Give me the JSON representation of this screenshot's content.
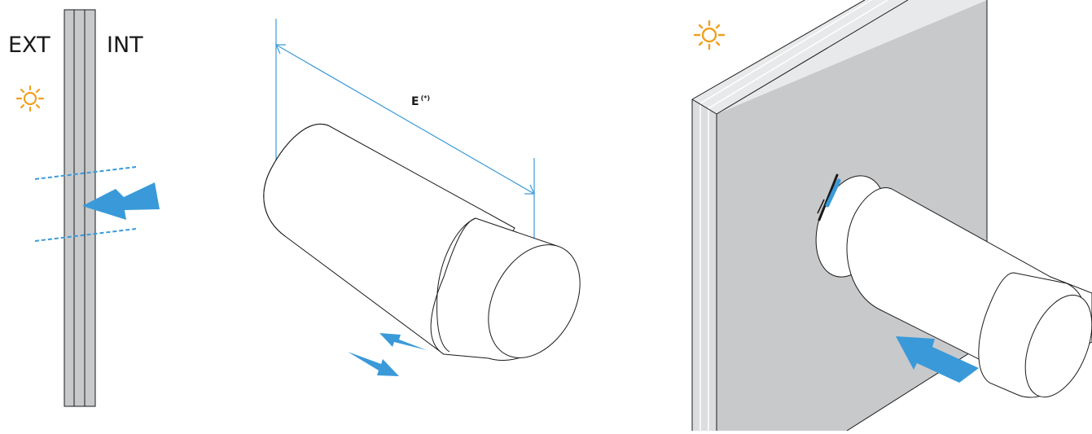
{
  "labels": {
    "exterior": "EXT",
    "interior": "INT",
    "dimension": "E",
    "dimension_note": "(*)"
  },
  "icons": {
    "sun": "sun-icon",
    "airflow": "arrow-icon",
    "adjust": "double-arrow-icon"
  },
  "colors": {
    "accent_blue": "#3a9ad9",
    "sun_orange": "#f0a020",
    "wall_grey": "#c8c9cb",
    "outline": "#1a1a1a"
  }
}
